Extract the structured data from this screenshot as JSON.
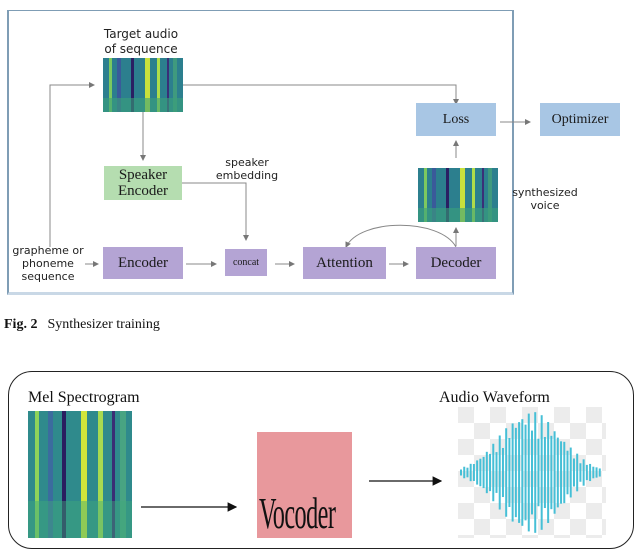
{
  "figure2": {
    "caption_label": "Fig. 2",
    "caption_text": "Synthesizer training",
    "target_audio_label_line1": "Target audio",
    "target_audio_label_line2": "of sequence",
    "speaker_encoder_line1": "Speaker",
    "speaker_encoder_line2": "Encoder",
    "speaker_embedding_line1": "speaker",
    "speaker_embedding_line2": "embedding",
    "input_label_line1": "grapheme or",
    "input_label_line2": "phoneme",
    "input_label_line3": "sequence",
    "encoder": "Encoder",
    "concat": "concat",
    "attention": "Attention",
    "decoder": "Decoder",
    "loss": "Loss",
    "optimizer": "Optimizer",
    "synth_label_line1": "synthesized",
    "synth_label_line2": "voice",
    "colors": {
      "frame": "#7f9db5",
      "purple_block": "#b4a4d4",
      "green_block": "#b5ddb0",
      "blue_block": "#a8c6e4"
    }
  },
  "vocoder_diagram": {
    "mel_label": "Mel Spectrogram",
    "vocoder_label": "Vocoder",
    "waveform_label": "Audio Waveform",
    "colors": {
      "vocoder_block": "#e8989c",
      "waveform": "#46bfd6"
    }
  }
}
